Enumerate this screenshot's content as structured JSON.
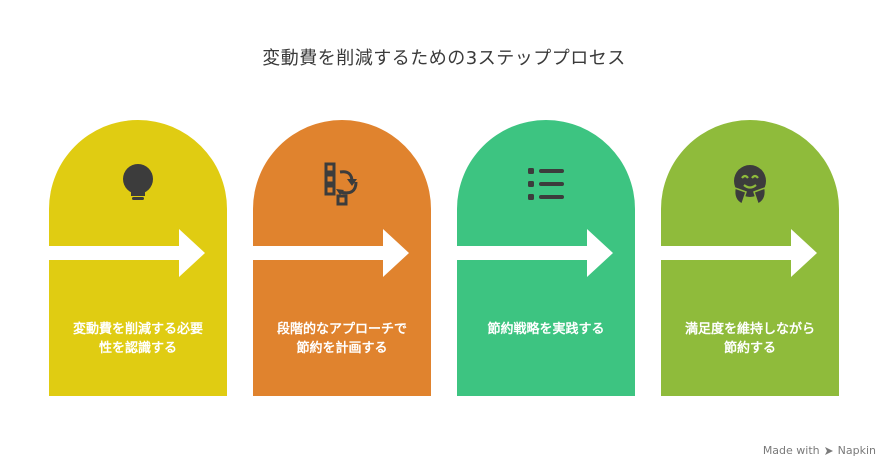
{
  "title": "変動費を削減するための3ステッププロセス",
  "steps": [
    {
      "label": "変動費を削減する必要\n性を認識する",
      "color": "#e0cc12",
      "icon": "lightbulb-icon"
    },
    {
      "label": "段階的なアプローチで\n節約を計画する",
      "color": "#e0832e",
      "icon": "sort-icon"
    },
    {
      "label": "節約戦略を実践する",
      "color": "#3dc481",
      "icon": "list-icon"
    },
    {
      "label": "満足度を維持しながら\n節約する",
      "color": "#8fbb3b",
      "icon": "happy-face-icon"
    }
  ],
  "footer": {
    "made_with": "Made with",
    "brand": "Napkin"
  }
}
